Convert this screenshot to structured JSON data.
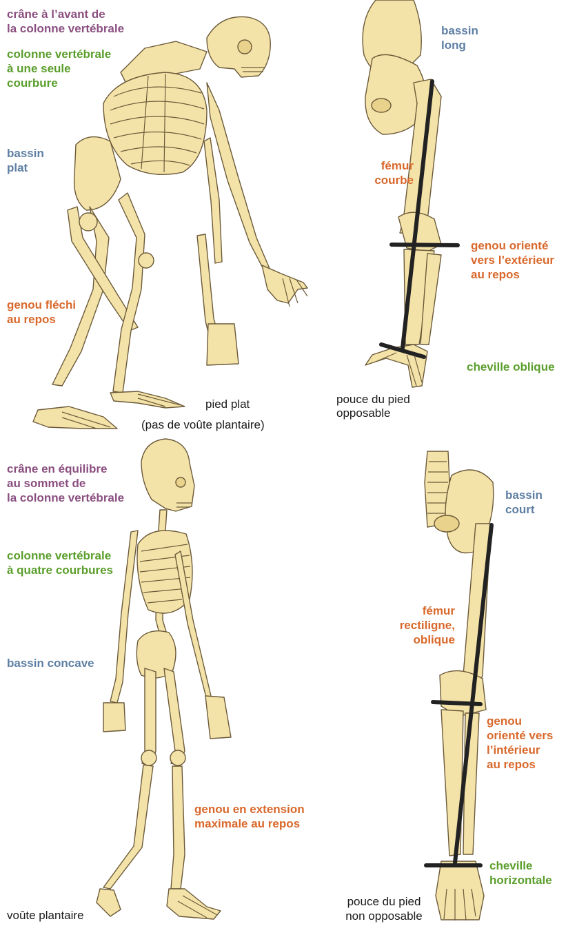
{
  "colors": {
    "purple": "#8a4f80",
    "green": "#5a9e2b",
    "blue": "#5e7fa3",
    "orange": "#d9682b",
    "bone": "#f4e3a8",
    "bone_outline": "#6b5a3a",
    "axis_line": "#222222"
  },
  "chimp": {
    "skull": [
      "crâne à l’avant de",
      "la colonne vertébrale"
    ],
    "spine": [
      "colonne vertébrale",
      "à une seule",
      "courbure"
    ],
    "pelvis": [
      "bassin",
      "plat"
    ],
    "knee": [
      "genou fléchi",
      "au repos"
    ],
    "foot": [
      "pied plat",
      "(pas de voûte plantaire)"
    ]
  },
  "chimp_leg": {
    "pelvis": [
      "bassin",
      "long"
    ],
    "femur": [
      "fémur",
      "courbe"
    ],
    "knee": [
      "genou orienté",
      "vers l’extérieur",
      "au repos"
    ],
    "ankle": "cheville oblique",
    "thumb": [
      "pouce du pied",
      "opposable"
    ]
  },
  "human": {
    "skull": [
      "crâne en équilibre",
      "au sommet  de",
      "la colonne vertébrale"
    ],
    "spine": [
      "colonne vertébrale",
      "à quatre courbures"
    ],
    "pelvis": "bassin concave",
    "knee": [
      "genou en extension",
      "maximale au repos"
    ],
    "foot": "voûte plantaire"
  },
  "human_leg": {
    "pelvis": [
      "bassin",
      "court"
    ],
    "femur": [
      "fémur",
      "rectiligne,",
      "oblique"
    ],
    "knee": [
      "genou",
      "orienté vers",
      "l’intérieur",
      "au repos"
    ],
    "ankle": [
      "cheville",
      "horizontale"
    ],
    "thumb": [
      "pouce du pied",
      "non opposable"
    ]
  }
}
